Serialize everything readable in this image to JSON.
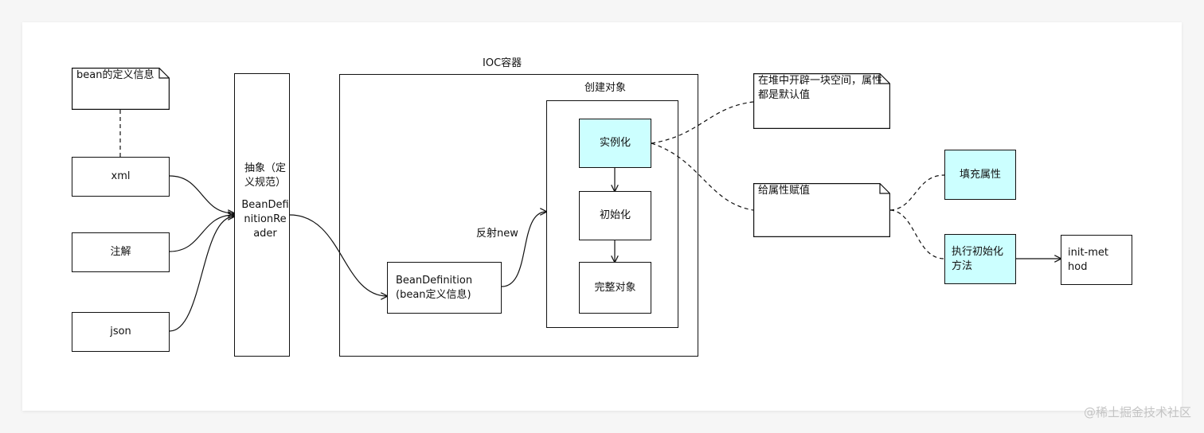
{
  "notes": {
    "bean_def_info": "bean的定义信息",
    "heap_alloc": "在堆中开辟一块空间，属性都是默认值",
    "assign_attr": "给属性赋值"
  },
  "sources": {
    "xml": "xml",
    "annotation": "注解",
    "json": "json"
  },
  "abstraction": {
    "line1": "抽象（定义规范）",
    "line2": "BeanDefinitionReader"
  },
  "ioc": {
    "title": "IOC容器",
    "bean_definition_line1": "BeanDefinition",
    "bean_definition_line2": "(bean定义信息)",
    "reflect_label": "反射new"
  },
  "create": {
    "title": "创建对象",
    "instantiate": "实例化",
    "initialize": "初始化",
    "complete": "完整对象"
  },
  "steps": {
    "fill_attrs": "填充属性",
    "exec_init": "执行初始化方法",
    "init_method": "init-method"
  },
  "watermark": "@稀土掘金技术社区",
  "colors": {
    "highlight": "#ccffff",
    "stroke": "#111111",
    "watermark": "#c4c4c4"
  }
}
